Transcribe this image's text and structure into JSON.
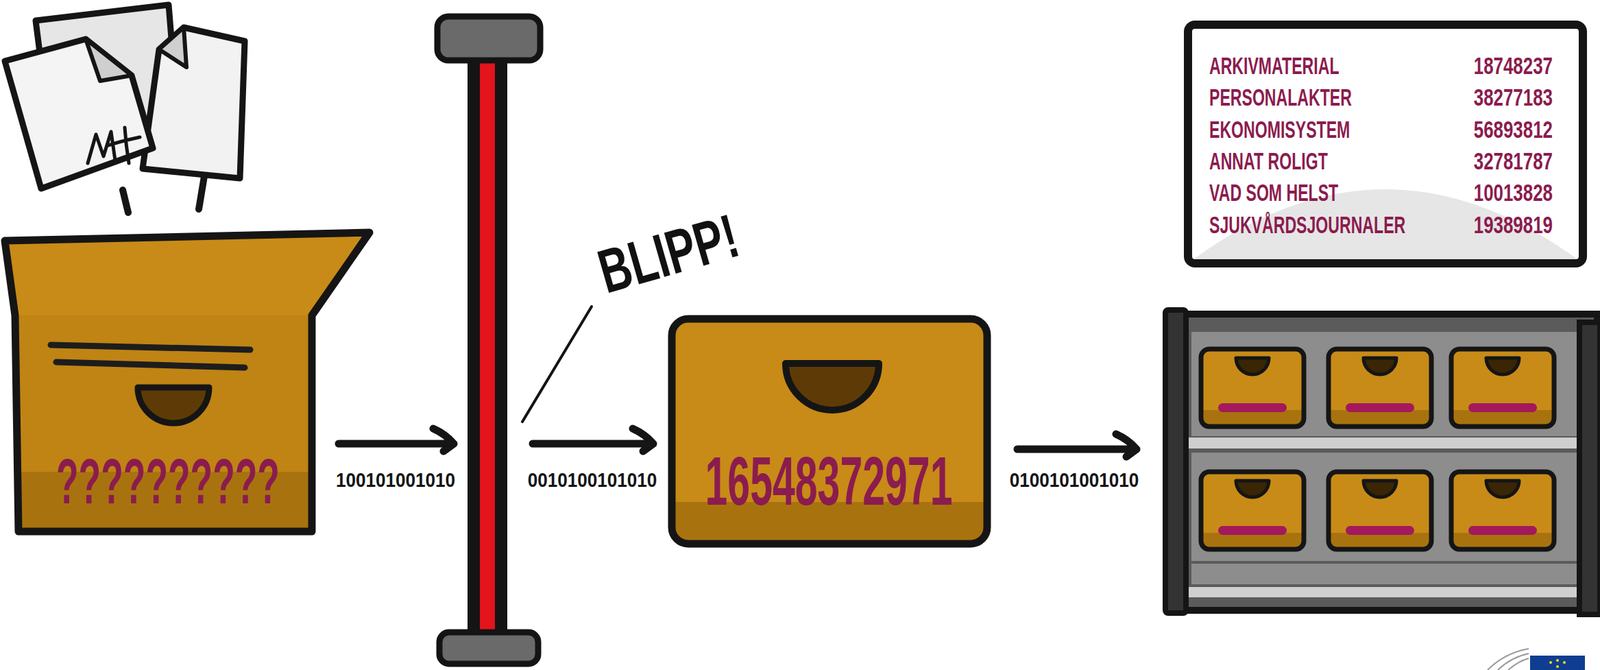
{
  "diagram": {
    "nodes": [
      {
        "text": [
          "??????????"
        ]
      },
      {
        "text": [
          "BLIPP!"
        ]
      },
      {
        "text": [
          "16548372971"
        ]
      },
      {
        "text": [
          "ARKIVMATERIAL",
          "18748237",
          "PERSONALAKTER",
          "38277183",
          "EKONOMISYSTEM",
          "56893812",
          "ANNAT ROLIGT",
          "32781787",
          "VAD SOM HELST",
          "10013828",
          "SJUKVÅRDSJOURNALER",
          "19389819"
        ]
      }
    ],
    "edges": [
      {
        "from": 0,
        "to": 1,
        "label": "100101001010",
        "arrow": "to"
      },
      {
        "from": 1,
        "to": 2,
        "label": "0010100101010",
        "arrow": "to"
      }
    ],
    "labels": [
      "0100101001010"
    ]
  }
}
